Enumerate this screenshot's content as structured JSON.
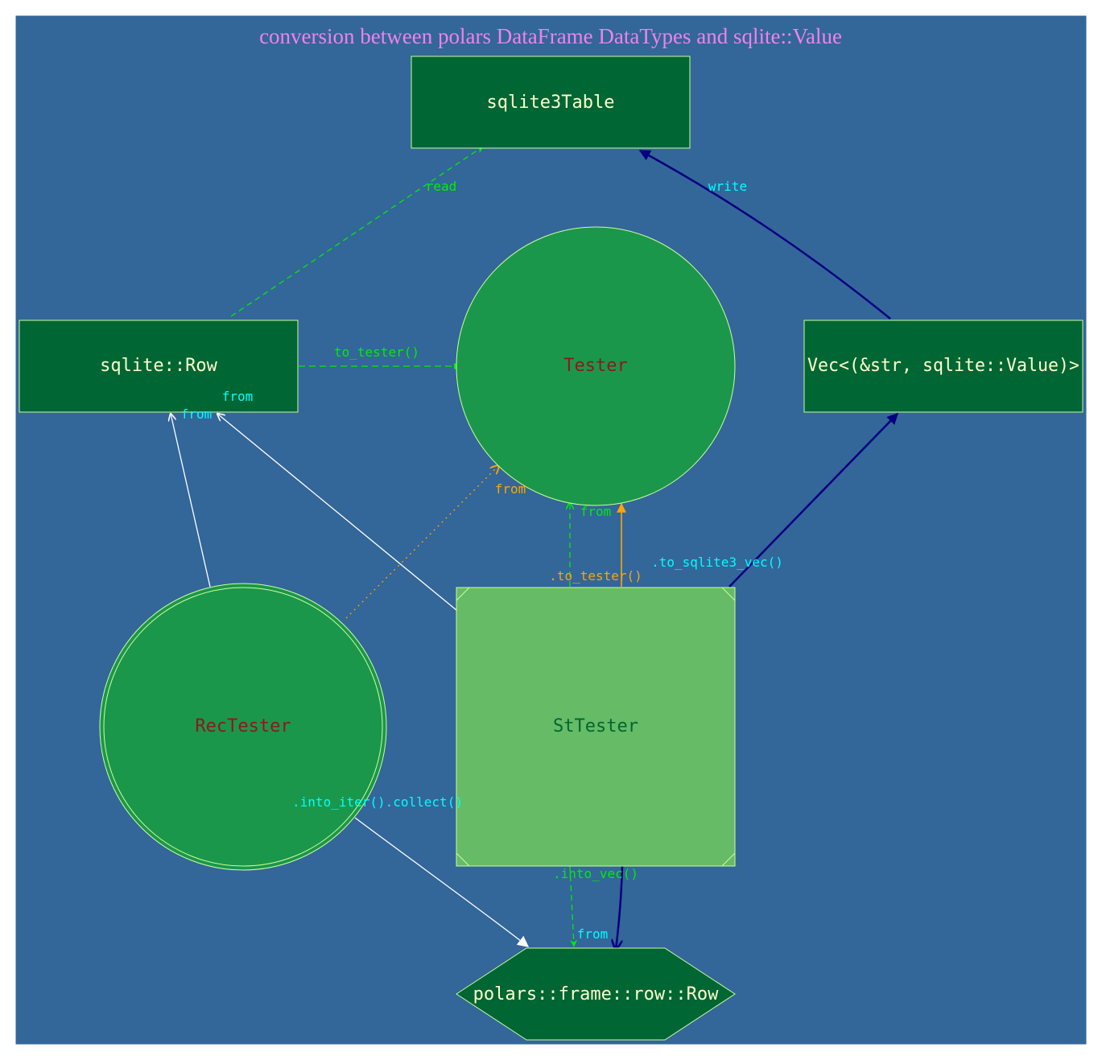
{
  "diagram": {
    "title": "conversion between polars DataFrame DataTypes and sqlite::Value",
    "colors": {
      "background": "#336699",
      "title": "#ee82ee",
      "dark_node_fill": "#006633",
      "tester_fill": "#1b974b",
      "sttester_fill": "#66bb66",
      "node_border": "#ccff99",
      "light_text": "#ffffcc",
      "red_text": "#8b1a1a",
      "green_text": "#006633",
      "edge_green": "#00ee00",
      "edge_orange": "#ffa500",
      "edge_navy": "#000080",
      "edge_white": "#ffffff",
      "label_cyan": "#00ffff",
      "label_green": "#00ee00",
      "label_orange": "#ffa500"
    },
    "nodes": {
      "sqlite3table": "sqlite3Table",
      "sqlite_row": "sqlite::Row",
      "tester": "Tester",
      "vec": "Vec<(&str, sqlite::Value)>",
      "rectester": "RecTester",
      "sttester": "StTester",
      "polars_row": "polars::frame::row::Row"
    },
    "edge_labels": {
      "read": "read",
      "write": "write",
      "to_tester_row": "to_tester()",
      "from_row_a": "from",
      "from_row_b": "from",
      "from_tester_orange": "from",
      "from_tester_green": "from",
      "to_tester_st": ".to_tester()",
      "to_sqlite3_vec": ".to_sqlite3_vec()",
      "into_iter_collect": ".into_iter().collect()",
      "into_vec": ".into_vec()",
      "from_polars": "from"
    }
  }
}
